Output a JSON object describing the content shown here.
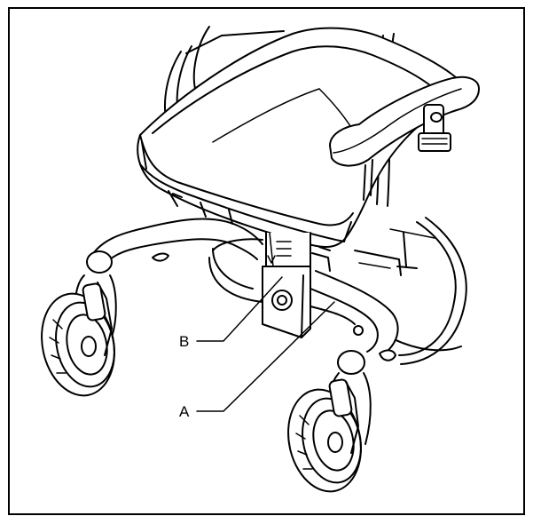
{
  "figure": {
    "callouts": [
      {
        "id": "B",
        "label": "B"
      },
      {
        "id": "A",
        "label": "A"
      }
    ],
    "colors": {
      "line": "#000000",
      "fill": "#ffffff",
      "shade": "#e8e8e8"
    }
  }
}
